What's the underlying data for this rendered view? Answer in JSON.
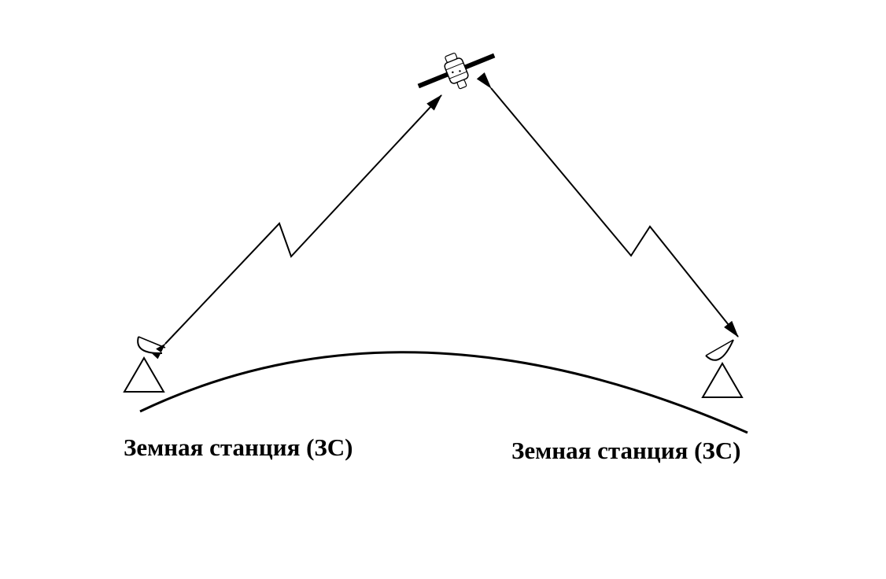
{
  "stations": [
    {
      "label": "Земная станция (ЗС)"
    },
    {
      "label": "Земная станция (ЗС)"
    }
  ],
  "colors": {
    "ink": "#000000",
    "background": "#ffffff"
  },
  "icons": [
    "satellite-icon",
    "dish-antenna-icon",
    "earth-surface-arc",
    "radio-link-arrow"
  ]
}
